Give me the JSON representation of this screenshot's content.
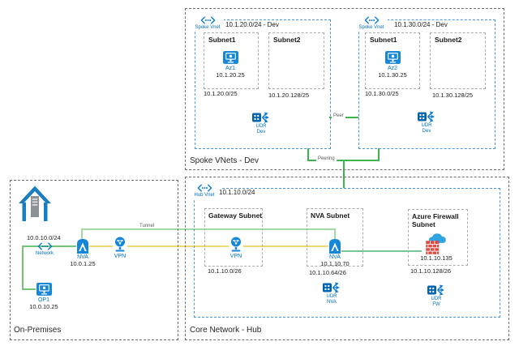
{
  "spoke_section": {
    "title": "Spoke VNets - Dev",
    "spokes": [
      {
        "icon_label": "Spoke Vnet",
        "cidr_title": "10.1.20.0/24 - Dev",
        "subnets": [
          {
            "name": "Subnet1",
            "cidr": "10.1.20.0/25",
            "vm_name": "Az1",
            "vm_ip": "10.1.20.25"
          },
          {
            "name": "Subnet2",
            "cidr": "10.1.20.128/25"
          }
        ],
        "udr_line1": "UDR",
        "udr_line2": "Dev"
      },
      {
        "icon_label": "Spoke Vnet",
        "cidr_title": "10.1.30.0/24 - Dev",
        "subnets": [
          {
            "name": "Subnet1",
            "cidr": "10.1.30.0/25",
            "vm_name": "Az2",
            "vm_ip": "10.1.30.25"
          },
          {
            "name": "Subnet2",
            "cidr": "10.1.30.128/25"
          }
        ],
        "udr_line1": "UDR",
        "udr_line2": "Dev"
      }
    ]
  },
  "hub_section": {
    "title": "Core Network - Hub",
    "icon_label": "Hub Vnet",
    "cidr_title": "10.1.10.0/24",
    "gateway_subnet": {
      "name": "Gateway Subnet",
      "cidr": "10.1.10.0/26",
      "vpn_label": "VPN"
    },
    "nva_subnet": {
      "name": "NVA Subnet",
      "cidr": "10.1.10.64/26",
      "nva_label": "NVA",
      "nva_ip": "10.1.10.70",
      "udr_line1": "UDR",
      "udr_line2": "NVA"
    },
    "firewall_subnet": {
      "name_line1": "Azure Firewall",
      "name_line2": "Subnet",
      "cidr": "10.1.10.128/26",
      "fw_ip": "10.1.10.135",
      "udr_line1": "UDR",
      "udr_line2": "FW"
    }
  },
  "onprem_section": {
    "title": "On-Premises",
    "network_cidr": "10.0.10.0/24",
    "network_label": "Network",
    "nva_label": "NVA",
    "nva_ip": "10.0.1.25",
    "vpn_label": "VPN",
    "vm_name": "OP1",
    "vm_ip": "10.0.10.25"
  },
  "connections": {
    "tunnel": "Tunnel",
    "peer": "Peer",
    "peering": "Peering"
  },
  "colors": {
    "line_yellow": "#f2d675",
    "line_green_peering": "#3fb34f",
    "line_green_tunnel": "#a4d9a4",
    "line_green_lan": "#74c474",
    "line_green_firewall": "#74c894",
    "vnet_border_blue": "#4a97d9",
    "outer_border_gray": "#6f6f6f",
    "subnet_border_gray": "#ababab",
    "icon_blue": "#1586d8",
    "icon_dark_blue": "#0063b1",
    "label_blue": "#0070c0",
    "firewall_brick_red": "#dd4b43",
    "firewall_cloud_blue": "#2fa4e0"
  }
}
